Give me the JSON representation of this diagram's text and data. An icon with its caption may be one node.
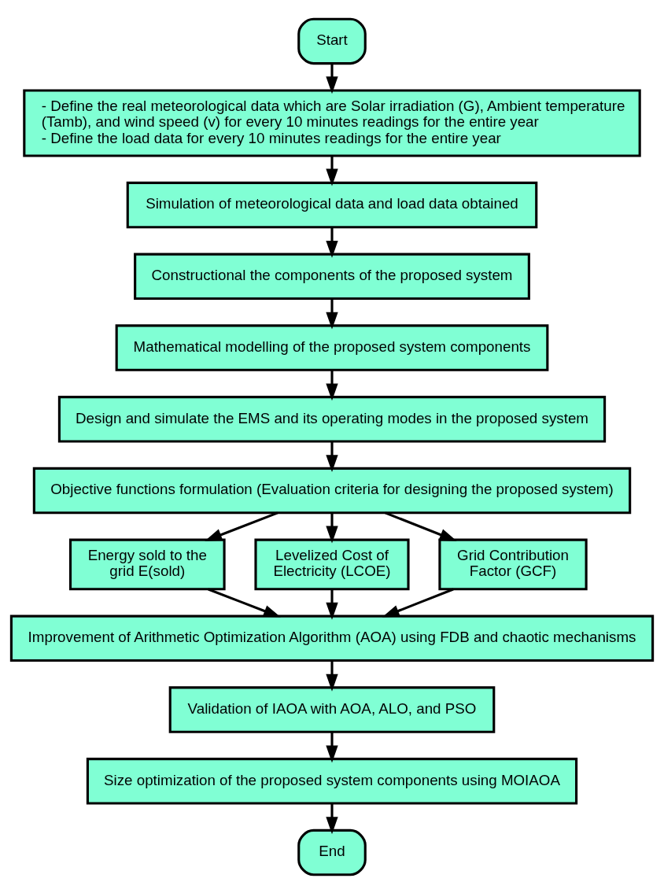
{
  "diagram": {
    "nodes": [
      {
        "text": [
          "Start"
        ]
      },
      {
        "text": [
          "- Define the real meteorological data which are Solar irradiation (G), Ambient temperature (Tamb), and wind speed (v) for every 10 minutes readings for the entire year",
          "- Define the load data for every 10 minutes readings for the entire year"
        ]
      },
      {
        "text": [
          "Simulation of meteorological data and load data obtained"
        ]
      },
      {
        "text": [
          "Constructional the components of the proposed system"
        ]
      },
      {
        "text": [
          "Mathematical modelling of the proposed system components"
        ]
      },
      {
        "text": [
          "Design and simulate the EMS and its operating modes in the proposed system"
        ]
      },
      {
        "text": [
          "Objective functions formulation (Evaluation criteria for designing the proposed system)"
        ]
      },
      {
        "text": [
          "Energy sold to the grid E(sold)"
        ]
      },
      {
        "text": [
          "Levelized Cost of Electricity (LCOE)"
        ]
      },
      {
        "text": [
          "Grid Contribution Factor (GCF)"
        ]
      },
      {
        "text": [
          "Improvement of Arithmetic Optimization Algorithm (AOA) using FDB and chaotic mechanisms"
        ]
      },
      {
        "text": [
          "Validation of IAOA with AOA, ALO, and PSO"
        ]
      },
      {
        "text": [
          "Size optimization of the proposed system components using MOIAOA"
        ]
      },
      {
        "text": [
          "End"
        ]
      }
    ],
    "edges": [
      {
        "from": 0,
        "to": 1,
        "arrow": "to"
      },
      {
        "from": 1,
        "to": 2,
        "arrow": "to"
      },
      {
        "from": 2,
        "to": 3,
        "arrow": "to"
      },
      {
        "from": 3,
        "to": 4,
        "arrow": "to"
      },
      {
        "from": 4,
        "to": 5,
        "arrow": "to"
      },
      {
        "from": 5,
        "to": 6,
        "arrow": "to"
      },
      {
        "from": 6,
        "to": 7,
        "arrow": "to"
      },
      {
        "from": 6,
        "to": 8,
        "arrow": "to"
      },
      {
        "from": 6,
        "to": 9,
        "arrow": "to"
      },
      {
        "from": 7,
        "to": 10,
        "arrow": "to"
      },
      {
        "from": 8,
        "to": 10,
        "arrow": "to"
      },
      {
        "from": 9,
        "to": 10,
        "arrow": "to"
      },
      {
        "from": 10,
        "to": 11,
        "arrow": "to"
      },
      {
        "from": 11,
        "to": 12,
        "arrow": "to"
      },
      {
        "from": 12,
        "to": 13,
        "arrow": "to"
      }
    ]
  }
}
